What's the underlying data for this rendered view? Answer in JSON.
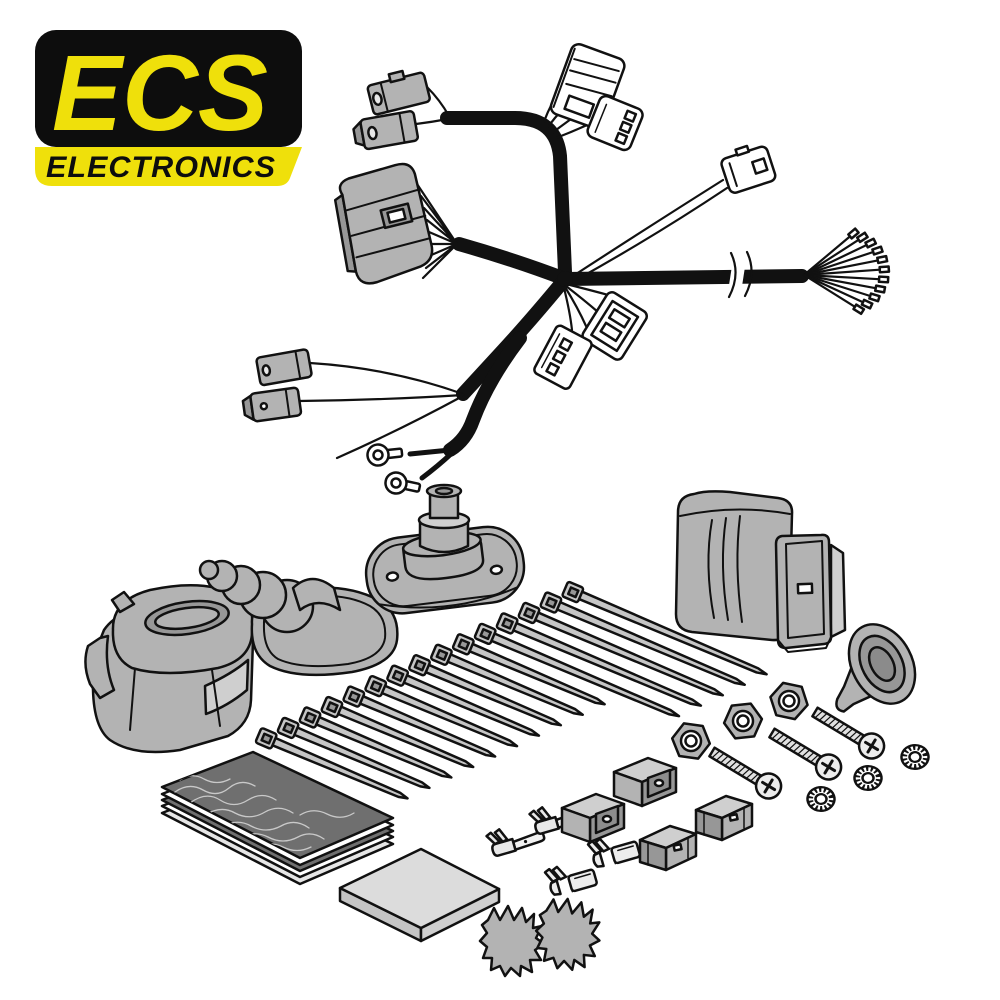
{
  "page": {
    "background": "#ffffff",
    "description": "towbar-wiring-kit-contents-illustration"
  },
  "logo": {
    "brand": "ECS",
    "subtitle": "ELECTRONICS"
  },
  "colors": {
    "line": "#111111",
    "accent-yellow": "#efe00b",
    "logo-black": "#0d0d0d",
    "part-gray": "#b3b3b3",
    "part-gray-dark": "#979797",
    "part-gray-light": "#cfcfcf",
    "cable-tie": "#c6c6c6",
    "pad-dark": "#6f6f6f",
    "foam": "#dcdcdc",
    "white": "#ffffff"
  },
  "kit": {
    "harness": {
      "name": "main-wiring-harness",
      "qty": 1,
      "wire_fan_count": 11
    },
    "vehicle_connector": {
      "name": "multi-pin-vehicle-connector",
      "qty": 1
    },
    "branch_connectors": {
      "name": "branch-connector",
      "qty": 7
    },
    "ring_terminals": {
      "name": "ring-terminal",
      "qty": 2
    },
    "socket": {
      "name": "13-pin-towing-socket-housing",
      "qty": 1
    },
    "bellows_grommet": {
      "name": "bellows-grommet-with-cover-plate",
      "qty": 1
    },
    "grommet_plate": {
      "name": "rubber-grommet-plate-with-spout",
      "qty": 1
    },
    "module": {
      "name": "electronic-control-module",
      "qty": 1
    },
    "cone_grommet": {
      "name": "cone-grommet",
      "qty": 1
    },
    "cable_ties": {
      "name": "cable-tie",
      "qty": 15
    },
    "nuts": {
      "name": "hex-nut",
      "qty": 3
    },
    "screws": {
      "name": "pan-head-screw",
      "qty": 3
    },
    "washers": {
      "name": "serrated-lock-washer",
      "qty": 3
    },
    "adhesive_pads": {
      "name": "adhesive-pad-stack",
      "qty": 1
    },
    "foam_pad": {
      "name": "foam-pad",
      "qty": 1
    },
    "crimp_terminals": {
      "name": "crimp-terminal",
      "qty": 4
    },
    "insulators": {
      "name": "terminal-insulator-housing",
      "qty": 2
    },
    "connector_blocks": {
      "name": "connector-block",
      "qty": 2
    },
    "strain_reliefs": {
      "name": "serrated-strain-relief-grommet",
      "qty": 2
    }
  }
}
